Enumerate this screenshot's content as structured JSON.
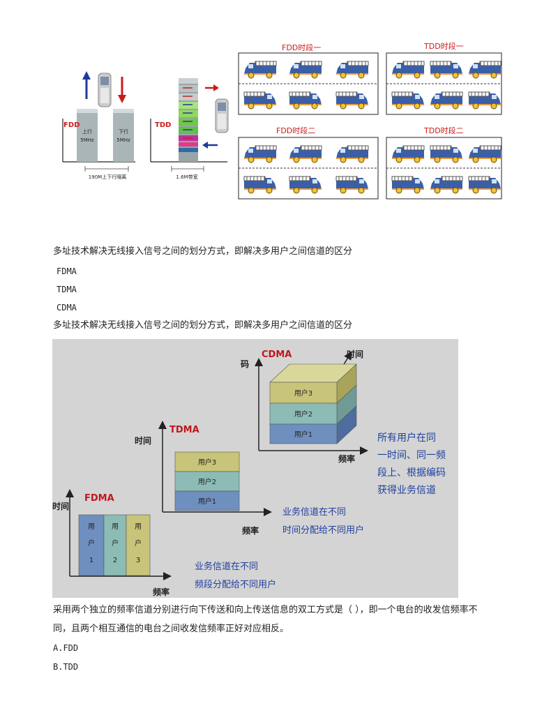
{
  "top_figure": {
    "fdd_label": "FDD",
    "fdd_up_label": "上行",
    "fdd_up_bw": "5MHz",
    "fdd_down_label": "下行",
    "fdd_down_bw": "5MHz",
    "fdd_caption": "190M上下行隔离",
    "tdd_label": "TDD",
    "tdd_caption": "1.6M带宽",
    "panels": [
      {
        "title": "FDD时段一"
      },
      {
        "title": "TDD时段一"
      },
      {
        "title": "FDD时段二"
      },
      {
        "title": "TDD时段二"
      }
    ]
  },
  "text": {
    "intro": "多址技术解决无线接入信号之间的划分方式，即解决多用户之间信道的区分",
    "fdma": "FDMA",
    "tdma": "TDMA",
    "cdma": "CDMA",
    "intro2": "多址技术解决无线接入信号之间的划分方式，即解决多用户之间信道的区分",
    "question_line1": "采用两个独立的频率信道分别进行向下传送和向上传送信息的双工方式是（    ），即一个电台的收发信频率不",
    "question_line2": "同，且两个相互通信的电台之间收发信频率正好对应相反。",
    "option_a": "A.FDD",
    "option_b": "B.TDD"
  },
  "multiple_access_figure": {
    "fdma": {
      "title": "FDMA",
      "y_axis": "时间",
      "x_axis": "频率",
      "users": [
        {
          "c1": "用",
          "c2": "户",
          "c3": "1"
        },
        {
          "c1": "用",
          "c2": "户",
          "c3": "2"
        },
        {
          "c1": "用",
          "c2": "户",
          "c3": "3"
        }
      ],
      "note_line1": "业务信道在不同",
      "note_line2": "频段分配给不同用户"
    },
    "tdma": {
      "title": "TDMA",
      "y_axis": "时间",
      "x_axis": "频率",
      "users": [
        "用户3",
        "用户2",
        "用户1"
      ],
      "note_line1": "业务信道在不同",
      "note_line2": "时间分配给不同用户"
    },
    "cdma": {
      "title": "CDMA",
      "y_axis": "码",
      "x_axis": "频率",
      "z_axis": "时间",
      "users": [
        "用户3",
        "用户2",
        "用户1"
      ],
      "note_line1": "所有用户在同",
      "note_line2": "一时间、同一频",
      "note_line3": "段上、根据编码",
      "note_line4": "获得业务信道"
    },
    "colors": {
      "background": "#d4d4d4",
      "user1": "#6f8fbf",
      "user2": "#8dbcb6",
      "user3": "#c8c47a",
      "title_red": "#c0171e",
      "note_blue": "#1f3f9f"
    }
  }
}
